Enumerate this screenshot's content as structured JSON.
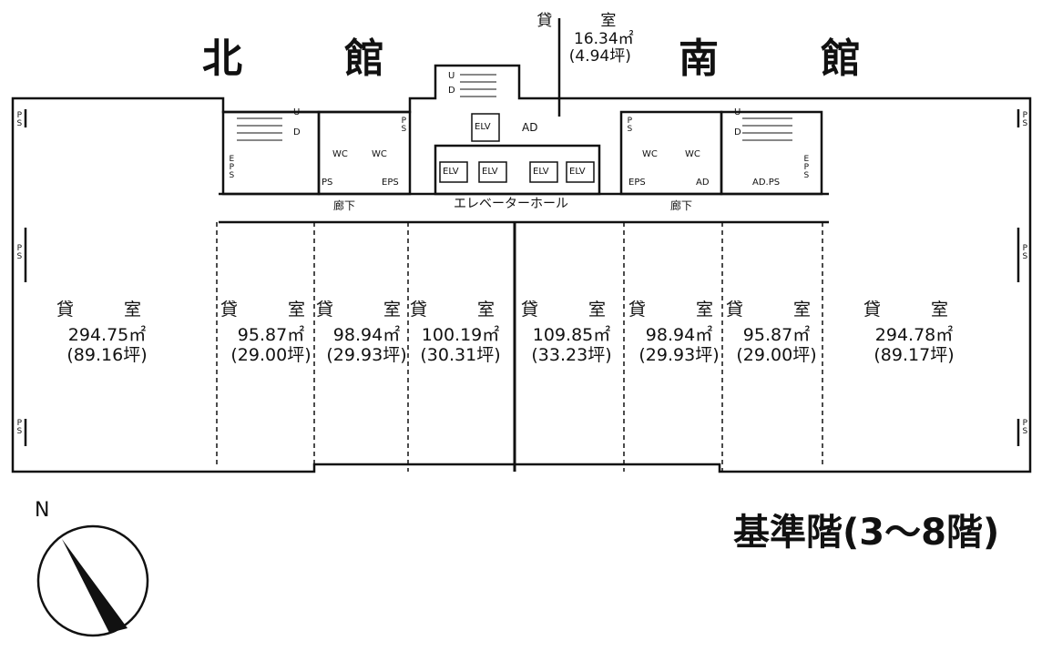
{
  "buildings": {
    "north": "北　館",
    "south": "南　館"
  },
  "floor_title": "基準階(3〜8階)",
  "compass": {
    "label": "N"
  },
  "top_room": {
    "name": "貸　室",
    "area": "16.34㎡",
    "tsubo": "(4.94坪)"
  },
  "rooms": [
    {
      "name": "貸　室",
      "area": "294.75㎡",
      "tsubo": "(89.16坪)"
    },
    {
      "name": "貸　室",
      "area": "95.87㎡",
      "tsubo": "(29.00坪)"
    },
    {
      "name": "貸　室",
      "area": "98.94㎡",
      "tsubo": "(29.93坪)"
    },
    {
      "name": "貸　室",
      "area": "100.19㎡",
      "tsubo": "(30.31坪)"
    },
    {
      "name": "貸　室",
      "area": "109.85㎡",
      "tsubo": "(33.23坪)"
    },
    {
      "name": "貸　室",
      "area": "98.94㎡",
      "tsubo": "(29.93坪)"
    },
    {
      "name": "貸　室",
      "area": "95.87㎡",
      "tsubo": "(29.00坪)"
    },
    {
      "name": "貸　室",
      "area": "294.78㎡",
      "tsubo": "(89.17坪)"
    }
  ],
  "labels": {
    "elevator_hall": "エレベーターホール",
    "corridor": "廊下",
    "elv": "ELV",
    "wc": "WC",
    "ps": "PS",
    "eps": "EPS",
    "ad": "AD",
    "ad_ps": "AD.PS",
    "up": "U",
    "down": "D"
  }
}
